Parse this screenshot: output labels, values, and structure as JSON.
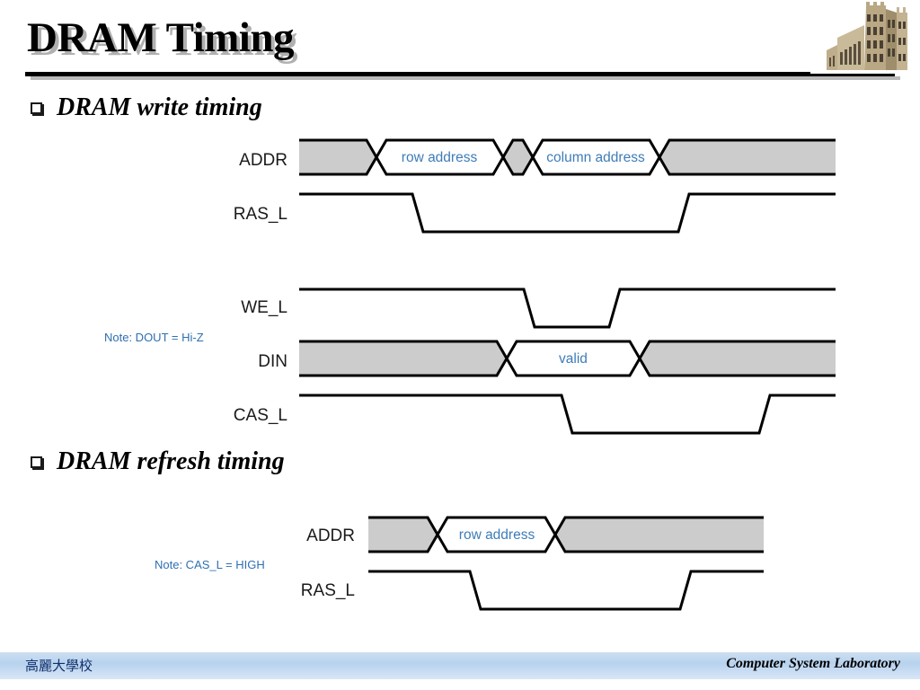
{
  "header": {
    "title": "DRAM Timing",
    "logo_alt": "university-building-photo"
  },
  "sections": [
    {
      "id": "write",
      "bullet": "❑",
      "label": "DRAM write timing"
    },
    {
      "id": "refresh",
      "bullet": "❑",
      "label": "DRAM refresh timing"
    }
  ],
  "notes": {
    "dout": "Note: DOUT = Hi-Z",
    "cas": "Note: CAS_L = HIGH"
  },
  "write_diagram": {
    "signals": [
      {
        "name": "ADDR",
        "type": "bus"
      },
      {
        "name": "RAS_L",
        "type": "clock"
      },
      {
        "name": "WE_L",
        "type": "clock"
      },
      {
        "name": "DIN",
        "type": "bus"
      },
      {
        "name": "CAS_L",
        "type": "clock"
      }
    ],
    "bus_labels": {
      "addr": [
        "row address",
        "column address"
      ],
      "din": [
        "valid"
      ]
    }
  },
  "refresh_diagram": {
    "signals": [
      {
        "name": "ADDR",
        "type": "bus"
      },
      {
        "name": "RAS_L",
        "type": "clock"
      }
    ],
    "bus_labels": {
      "addr": [
        "row address"
      ]
    }
  },
  "colors": {
    "bus_fill": "#cccccc",
    "bus_text": "#3e7cb8",
    "note_text": "#2f6fb0",
    "line": "#000000",
    "footer_band": "#b8d2ee"
  },
  "footer": {
    "left": "高麗大學校",
    "right": "Computer System Laboratory"
  }
}
